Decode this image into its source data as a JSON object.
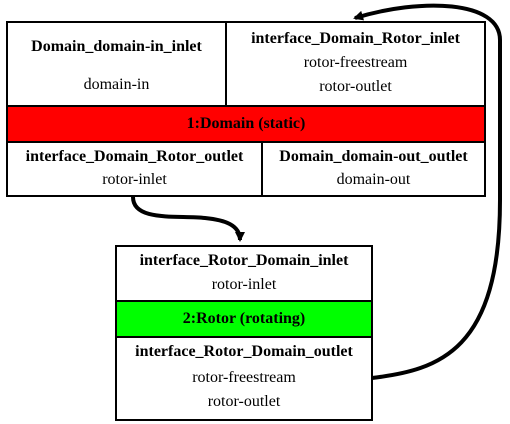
{
  "nodes": {
    "domain": {
      "title": "1:Domain (static)",
      "color": "#ff0000",
      "inlets": [
        {
          "name": "Domain_domain-in_inlet",
          "items": [
            "domain-in"
          ]
        },
        {
          "name": "interface_Domain_Rotor_inlet",
          "items": [
            "rotor-freestream",
            "rotor-outlet"
          ]
        }
      ],
      "outlets": [
        {
          "name": "interface_Domain_Rotor_outlet",
          "items": [
            "rotor-inlet"
          ]
        },
        {
          "name": "Domain_domain-out_outlet",
          "items": [
            "domain-out"
          ]
        }
      ]
    },
    "rotor": {
      "title": "2:Rotor (rotating)",
      "color": "#00ff00",
      "inlets": [
        {
          "name": "interface_Rotor_Domain_inlet",
          "items": [
            "rotor-inlet"
          ]
        }
      ],
      "outlets": [
        {
          "name": "interface_Rotor_Domain_outlet",
          "items": [
            "rotor-freestream",
            "rotor-outlet"
          ]
        }
      ]
    }
  }
}
